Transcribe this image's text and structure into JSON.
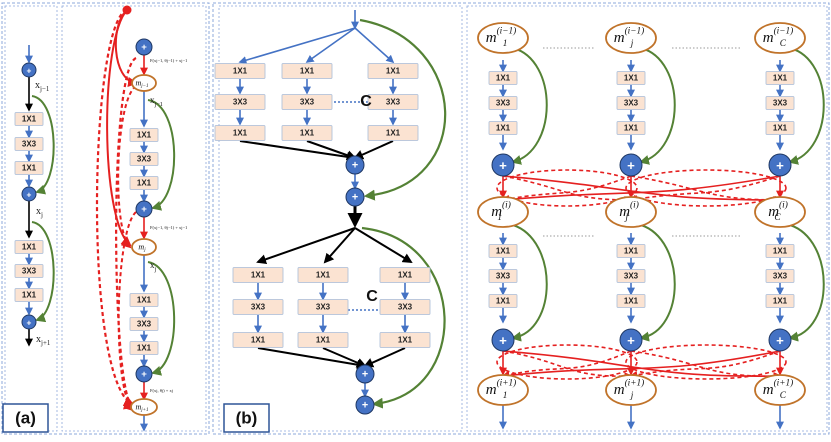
{
  "panels": {
    "a_label": "(a)",
    "b_label": "(b)"
  },
  "labels": {
    "conv1": "1X1",
    "conv3": "3X3",
    "plus": "+",
    "cardinality": "C",
    "dots": "…",
    "x_prev": "x",
    "x_prev_sub": "j−1",
    "x_cur": "x",
    "x_cur_sub": "j",
    "x_next": "x",
    "x_next_sub": "j+1",
    "m_prev": "m",
    "m_prev_sub": "j−1",
    "m_cur": "m",
    "m_cur_sub": "j",
    "m_next": "m",
    "m_next_sub": "j+1",
    "fx_1": "F(x",
    "fx_1_rest": "j−1, θj−1) + xj−1",
    "fx_2": "F(x",
    "fx_2_rest": "j−1, θj−1) + xj−1",
    "fx_3": "F(xj, θj) + xj"
  },
  "c_nodes": {
    "m": "m",
    "sup_prev": "(i−1)",
    "sup_cur": "(i)",
    "sup_next": "(i+1)",
    "sub_1": "1",
    "sub_j": "j",
    "sub_C": "C"
  },
  "colors": {
    "blue_arrow": "#4472c4",
    "green_arrow": "#548235",
    "red_arrow": "#e52020",
    "black_arrow": "#000000",
    "box_fill": "#fbe3d2",
    "node_blue": "#4472c4",
    "m_border": "#c0732a",
    "panel_border": "#8ea9db"
  },
  "icons": {
    "plus": "plus-circle-icon",
    "memory": "memory-node-icon"
  }
}
